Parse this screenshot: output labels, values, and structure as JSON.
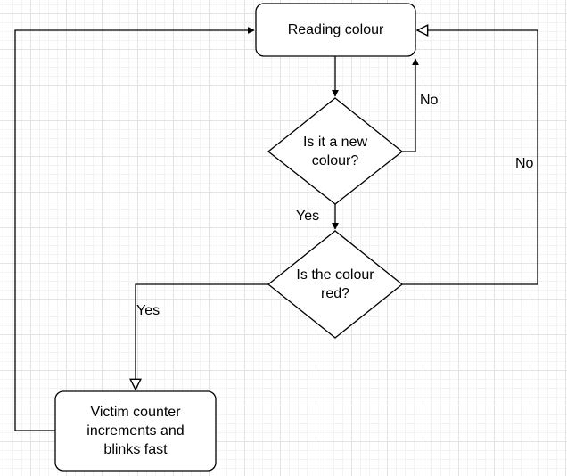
{
  "nodes": {
    "reading_colour": "Reading colour",
    "new_colour_question": "Is it a new colour?",
    "red_question": "Is the colour red?",
    "victim_counter": "Victim counter increments and blinks fast"
  },
  "edge_labels": {
    "new_colour_no": "No",
    "new_colour_yes": "Yes",
    "red_no": "No",
    "red_yes": "Yes"
  },
  "colors": {
    "stroke": "#000000",
    "fill": "#ffffff",
    "grid": "#e3e3e3"
  }
}
